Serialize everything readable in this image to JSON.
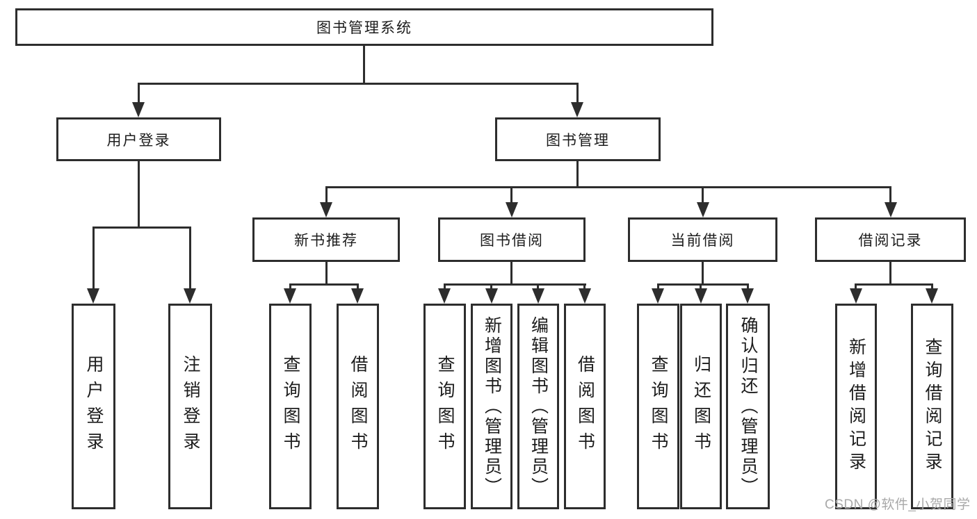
{
  "colors": {
    "line": "#2d2d2d",
    "box_border": "#2d2d2d",
    "box_background": "#ffffff",
    "text": "#1c1c1c",
    "watermark": "#a9a9a9",
    "page_background": "#ffffff"
  },
  "watermark": {
    "text": "CSDN @软件_小贺同学"
  },
  "tree": {
    "root": {
      "label": "图书管理系统"
    },
    "login": {
      "label": "用户登录",
      "children": [
        {
          "label": "用户登录"
        },
        {
          "label": "注销登录"
        }
      ]
    },
    "management": {
      "label": "图书管理",
      "sections": [
        {
          "label": "新书推荐",
          "children": [
            {
              "label": "查询图书"
            },
            {
              "label": "借阅图书"
            }
          ]
        },
        {
          "label": "图书借阅",
          "children": [
            {
              "label": "查询图书"
            },
            {
              "label": "新增图书（管理员）"
            },
            {
              "label": "编辑图书（管理员）"
            },
            {
              "label": "借阅图书"
            }
          ]
        },
        {
          "label": "当前借阅",
          "children": [
            {
              "label": "查询图书"
            },
            {
              "label": "归还图书"
            },
            {
              "label": "确认归还（管理员）"
            }
          ]
        },
        {
          "label": "借阅记录",
          "children": [
            {
              "label": "新增借阅记录"
            },
            {
              "label": "查询借阅记录"
            }
          ]
        }
      ]
    }
  }
}
